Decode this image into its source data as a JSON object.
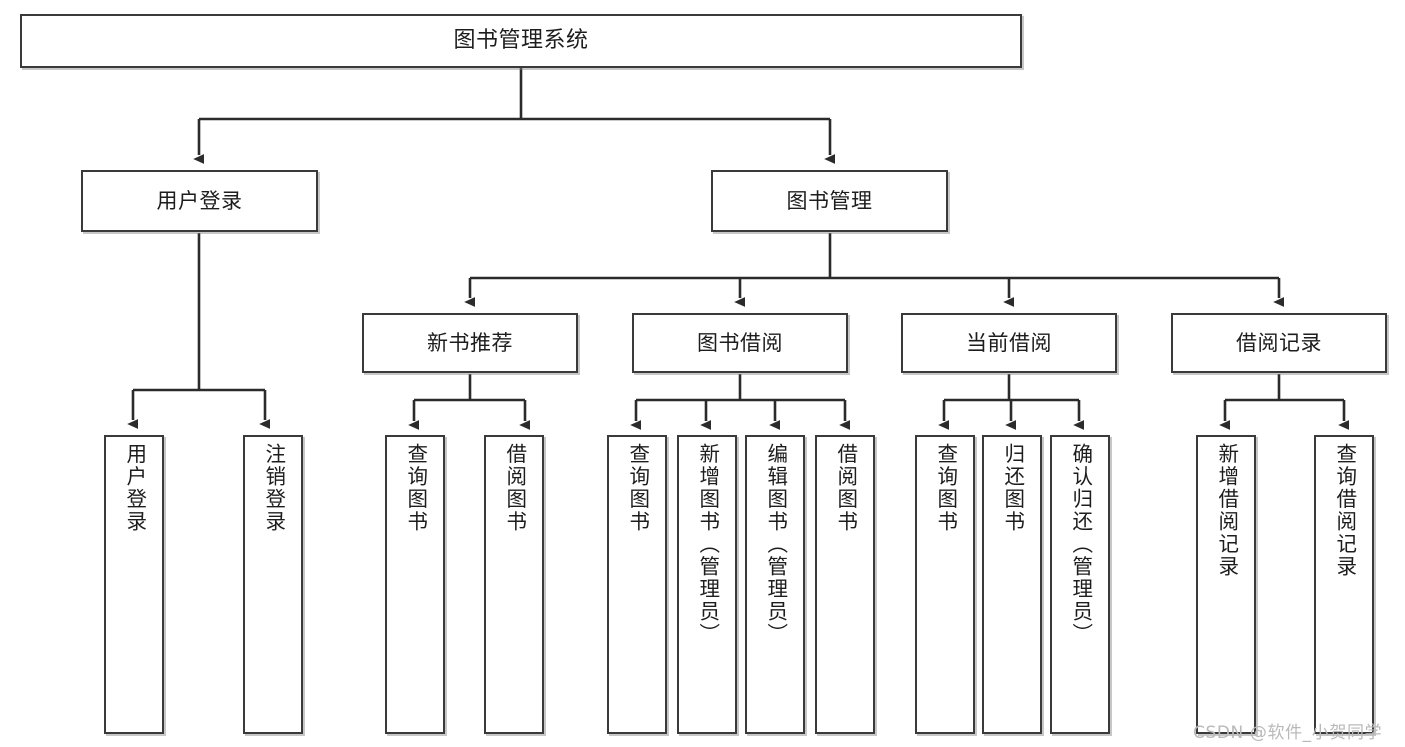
{
  "diagram": {
    "type": "tree",
    "title": "图书管理系统",
    "root": {
      "label": "图书管理系统"
    },
    "level2": [
      {
        "label": "用户登录"
      },
      {
        "label": "图书管理"
      }
    ],
    "level3": [
      {
        "label": "新书推荐"
      },
      {
        "label": "图书借阅"
      },
      {
        "label": "当前借阅"
      },
      {
        "label": "借阅记录"
      }
    ],
    "leaves": {
      "user_login": [
        {
          "label": "用户登录"
        },
        {
          "label": "注销登录"
        }
      ],
      "new_book_recommend": [
        {
          "label": "查询图书"
        },
        {
          "label": "借阅图书"
        }
      ],
      "book_borrow": [
        {
          "label": "查询图书"
        },
        {
          "label": "新增图书（管理员）"
        },
        {
          "label": "编辑图书（管理员）"
        },
        {
          "label": "借阅图书"
        }
      ],
      "current_borrow": [
        {
          "label": "查询图书"
        },
        {
          "label": "归还图书"
        },
        {
          "label": "确认归还（管理员）"
        }
      ],
      "borrow_record": [
        {
          "label": "新增借阅记录"
        },
        {
          "label": "查询借阅记录"
        }
      ]
    },
    "watermark": "CSDN @软件_小贺同学",
    "colors": {
      "box_border": "#3a3a3a",
      "box_fill": "#ffffff",
      "connector": "#2b2b2b",
      "text": "#1d1d1d",
      "watermark": "#b9b9b9"
    }
  }
}
